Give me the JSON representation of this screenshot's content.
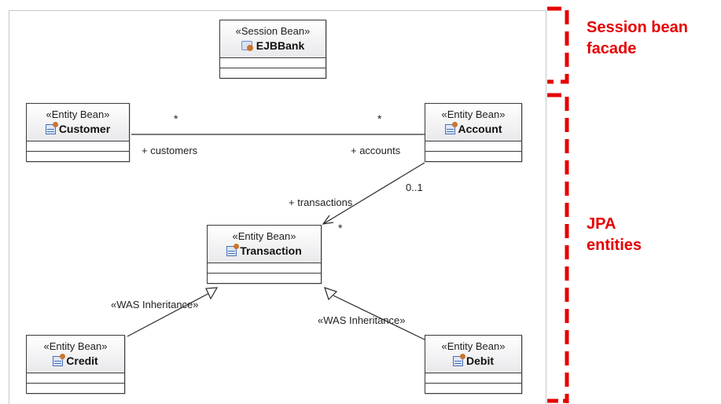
{
  "nodes": {
    "ejbbank": {
      "stereotype": "«Session Bean»",
      "name": "EJBBank"
    },
    "customer": {
      "stereotype": "«Entity Bean»",
      "name": "Customer"
    },
    "account": {
      "stereotype": "«Entity Bean»",
      "name": "Account"
    },
    "transaction": {
      "stereotype": "«Entity Bean»",
      "name": "Transaction"
    },
    "credit": {
      "stereotype": "«Entity Bean»",
      "name": "Credit"
    },
    "debit": {
      "stereotype": "«Entity Bean»",
      "name": "Debit"
    }
  },
  "edges": {
    "customer_account": {
      "customer_mult": "*",
      "account_mult": "*",
      "customer_role": "+ customers",
      "account_role": "+ accounts"
    },
    "account_transaction": {
      "account_mult": "0..1",
      "transaction_mult": "*",
      "transaction_role": "+ transactions"
    },
    "credit_inheritance": {
      "label": "«WAS Inheritance»"
    },
    "debit_inheritance": {
      "label": "«WAS Inheritance»"
    }
  },
  "groups": {
    "facade": {
      "line1": "Session bean",
      "line2": "facade"
    },
    "entities": {
      "line1": "JPA",
      "line2": "entities"
    }
  },
  "colors": {
    "group_accent": "#e60000",
    "box_border": "#3a3a3a"
  }
}
